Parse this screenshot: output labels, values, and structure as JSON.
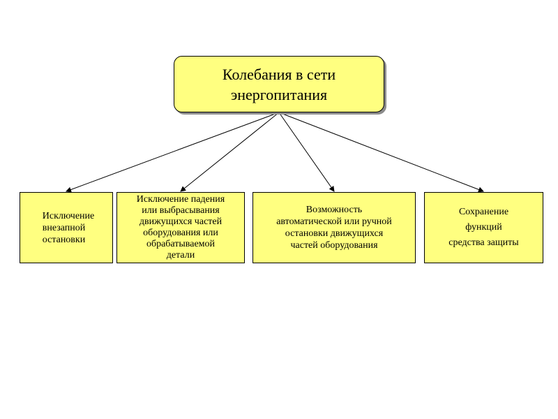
{
  "diagram": {
    "root": {
      "label": "Колебания в сети\nэнергопитания"
    },
    "children": [
      {
        "label": "Исключение\nвнезапной\nостановки"
      },
      {
        "label": "Исключение падения\nили выбрасывания\nдвижущихся частей\nоборудования или\nобрабатываемой\nдетали"
      },
      {
        "label": "Возможность\nавтоматической или ручной\nостановки движущихся\nчастей оборудования"
      },
      {
        "label": "Сохранение\nфункций\nсредства защиты"
      }
    ],
    "colors": {
      "box_fill": "#ffff80",
      "border": "#000000",
      "shadow": "#8c8c8c",
      "background": "#ffffff"
    }
  }
}
